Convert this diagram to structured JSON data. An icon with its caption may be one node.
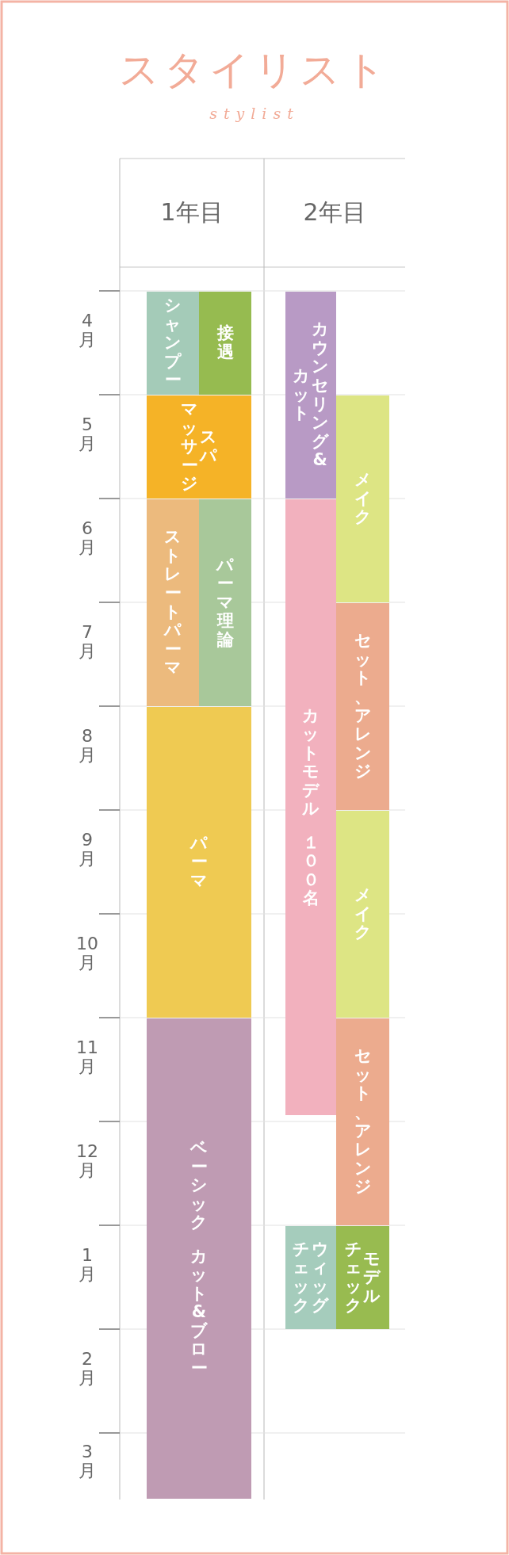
{
  "diagram": {
    "title": "スタイリスト",
    "nodes": [
      {
        "text": [
          "シャンプー"
        ]
      },
      {
        "text": [
          "接遇"
        ]
      },
      {
        "text": [
          "マッサージ",
          "スパ"
        ]
      },
      {
        "text": [
          "ストレートパーマ"
        ]
      },
      {
        "text": [
          "パーマ理論"
        ]
      },
      {
        "text": [
          "パーマ"
        ]
      },
      {
        "text": [
          "ベーシック",
          "カット&ブロー"
        ]
      },
      {
        "text": [
          "カット",
          "カウンセリング&"
        ]
      },
      {
        "text": [
          "カットモデル",
          "１００名"
        ]
      },
      {
        "text": [
          "メイク"
        ]
      },
      {
        "text": [
          "セット、アレンジ"
        ]
      },
      {
        "text": [
          "メイク"
        ]
      },
      {
        "text": [
          "セット、アレンジ"
        ]
      },
      {
        "text": [
          "チェック",
          "ウィッグ"
        ]
      },
      {
        "text": [
          "チェック",
          "モデル"
        ]
      }
    ],
    "labels": [
      "stylist",
      "1年目",
      "2年目",
      "4月",
      "5月",
      "6月",
      "7月",
      "8月",
      "9月",
      "10月",
      "11月",
      "12月",
      "1月",
      "2月",
      "3月"
    ]
  }
}
